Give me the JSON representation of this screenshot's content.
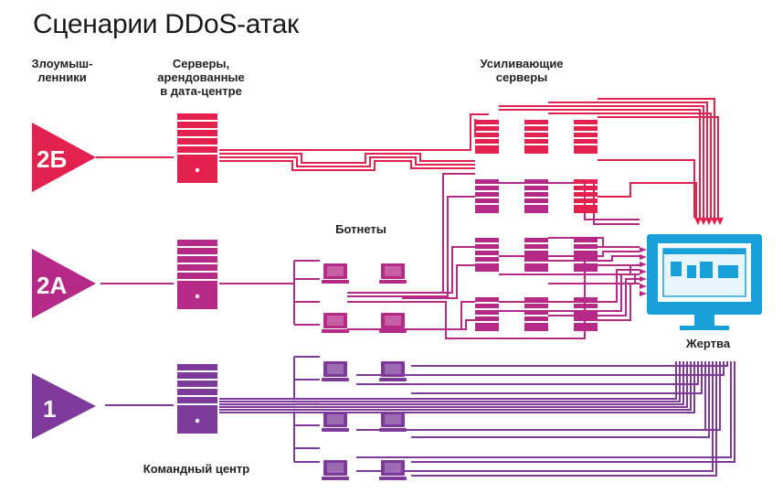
{
  "title": "Сценарии DDoS-атак",
  "labels": {
    "attackers": "Злоумыш-\nленники",
    "rented_servers": "Серверы,\nарендованные\nв дата-центре",
    "amplifiers": "Усиливающие\nсерверы",
    "botnets": "Ботнеты",
    "victim": "Жертва",
    "command_center": "Командный центр"
  },
  "scenarios": [
    {
      "id": "2Б",
      "color": "#e3214f"
    },
    {
      "id": "2А",
      "color": "#b42a86"
    },
    {
      "id": "1",
      "color": "#7d3a9b"
    }
  ],
  "colors": {
    "victim_monitor": "#1aa0d8"
  }
}
